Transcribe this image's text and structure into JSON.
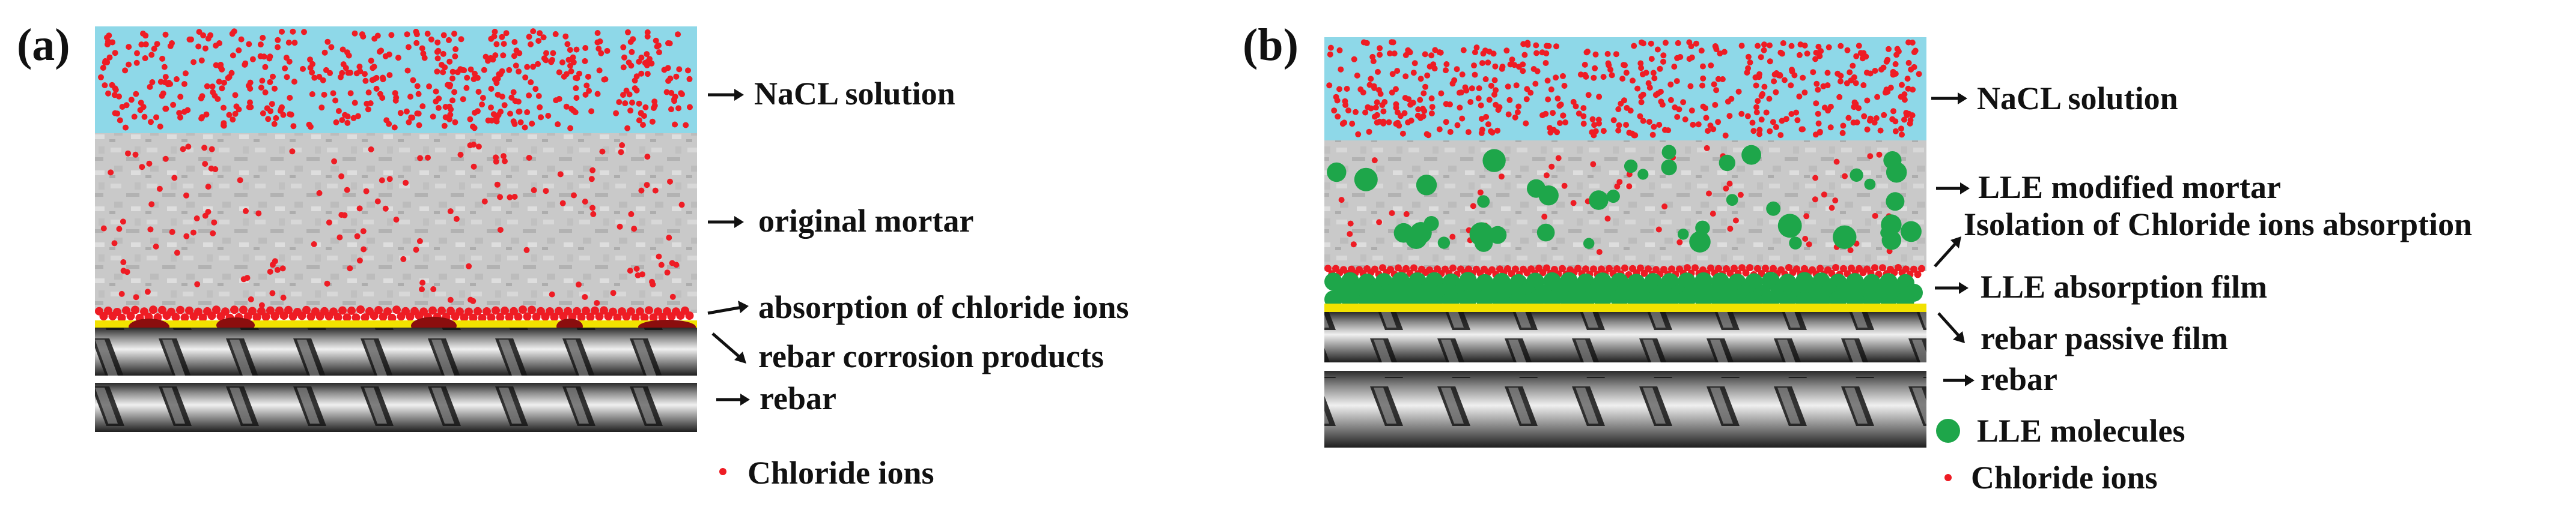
{
  "panel_a": {
    "panel_label": "(a)",
    "labels": {
      "solution": "NaCL solution",
      "mortar": "original mortar",
      "absorption": "absorption of chloride ions",
      "corrosion": "rebar corrosion products",
      "rebar": "rebar",
      "legend_chloride": "Chloride ions"
    }
  },
  "panel_b": {
    "panel_label": "(b)",
    "labels": {
      "solution": "NaCL solution",
      "mortar": "LLE modified mortar",
      "isolation": "Isolation of Chloride ions absorption",
      "film": "LLE absorption film",
      "passive": "rebar passive film",
      "rebar": "rebar",
      "legend_lle": "LLE molecules",
      "legend_chloride": "Chloride ions"
    }
  },
  "colors": {
    "solution": "#8ed8e8",
    "chloride": "#ee1c24",
    "lle": "#1ea64a",
    "yellow_layer": "#f2e200",
    "corrosion": "#8b0e0e"
  }
}
